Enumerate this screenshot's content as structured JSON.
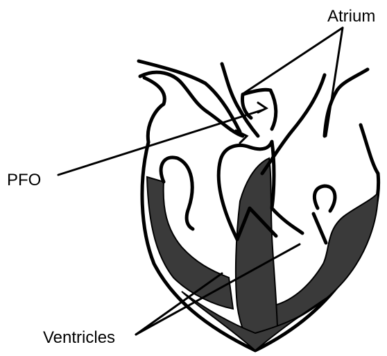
{
  "labels": {
    "atrium": "Atrium",
    "pfo": "PFO",
    "ventricles": "Ventricles"
  },
  "colors": {
    "ink": "#000000",
    "muscle": "#3a3a3a",
    "background": "#ffffff"
  }
}
